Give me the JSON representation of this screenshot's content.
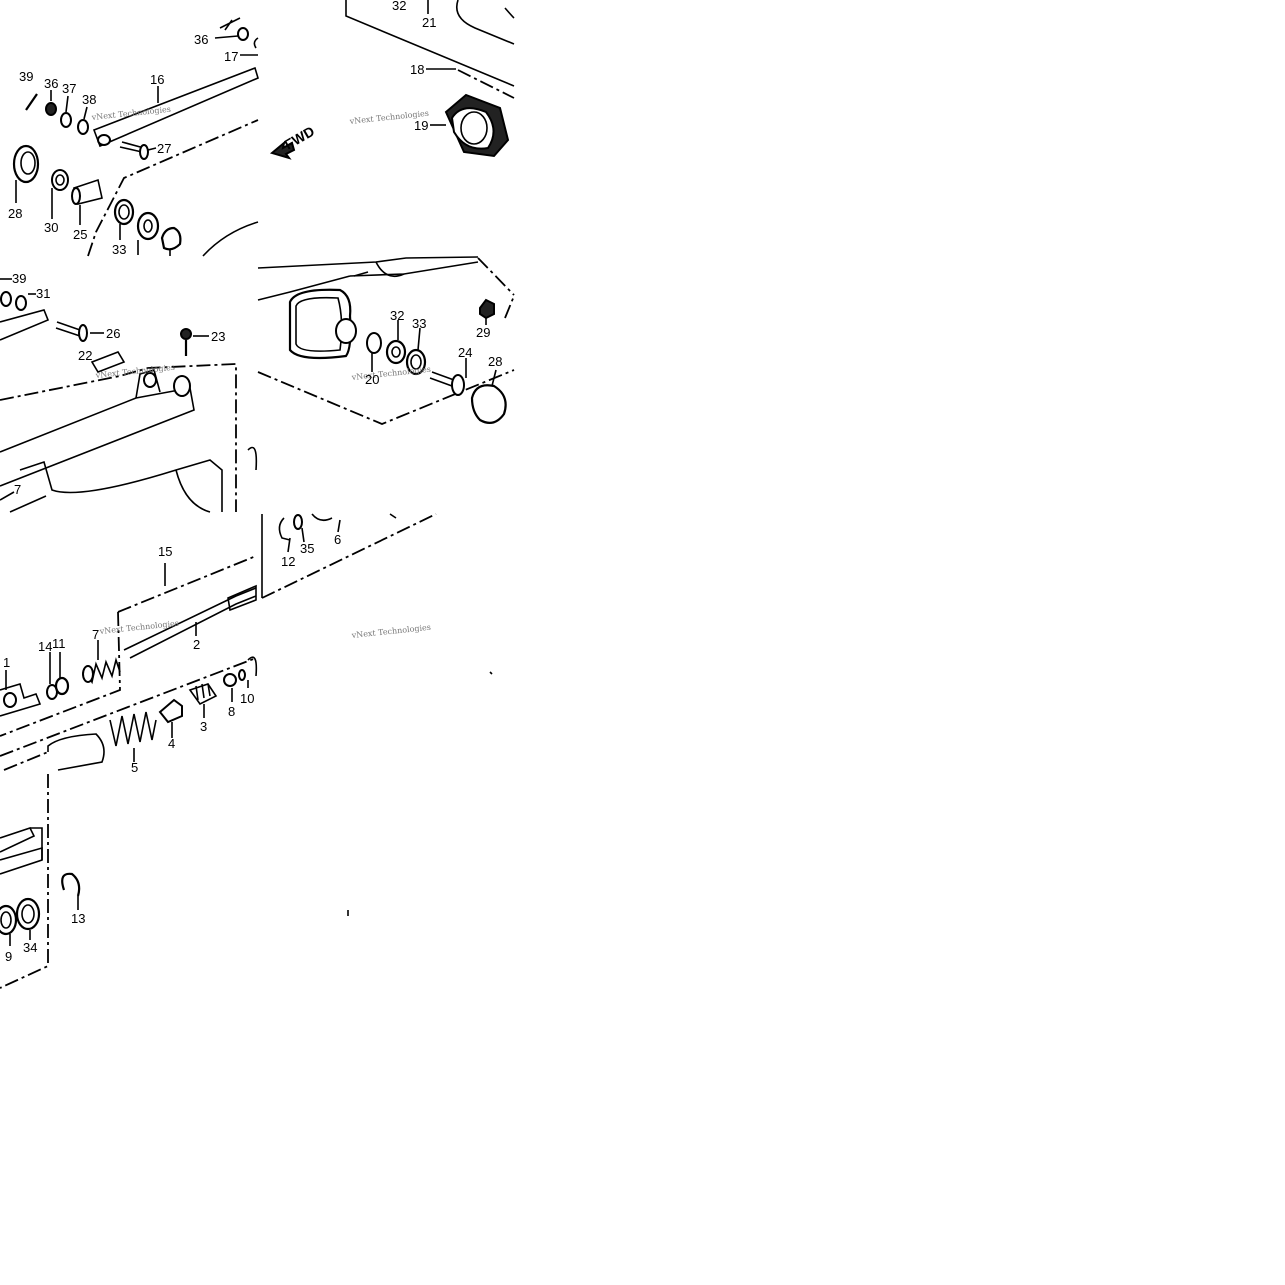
{
  "watermark": "vNext Technologies",
  "fwd_label": "FWD",
  "callouts": [
    {
      "id": "c32a",
      "text": "32"
    },
    {
      "id": "c21",
      "text": "21"
    },
    {
      "id": "c36a",
      "text": "36"
    },
    {
      "id": "c17",
      "text": "17"
    },
    {
      "id": "c39a",
      "text": "39"
    },
    {
      "id": "c36b",
      "text": "36"
    },
    {
      "id": "c37",
      "text": "37"
    },
    {
      "id": "c38",
      "text": "38"
    },
    {
      "id": "c16",
      "text": "16"
    },
    {
      "id": "c18",
      "text": "18"
    },
    {
      "id": "c19",
      "text": "19"
    },
    {
      "id": "c27",
      "text": "27"
    },
    {
      "id": "c28a",
      "text": "28"
    },
    {
      "id": "c30",
      "text": "30"
    },
    {
      "id": "c25",
      "text": "25"
    },
    {
      "id": "c33a",
      "text": "33"
    },
    {
      "id": "c39b",
      "text": "39"
    },
    {
      "id": "c31",
      "text": "31"
    },
    {
      "id": "c26",
      "text": "26"
    },
    {
      "id": "c23",
      "text": "23"
    },
    {
      "id": "c22",
      "text": "22"
    },
    {
      "id": "c32b",
      "text": "32"
    },
    {
      "id": "c33b",
      "text": "33"
    },
    {
      "id": "c29",
      "text": "29"
    },
    {
      "id": "c20",
      "text": "20"
    },
    {
      "id": "c24",
      "text": "24"
    },
    {
      "id": "c28b",
      "text": "28"
    },
    {
      "id": "c7a",
      "text": "7"
    },
    {
      "id": "c12",
      "text": "12"
    },
    {
      "id": "c35",
      "text": "35"
    },
    {
      "id": "c6",
      "text": "6"
    },
    {
      "id": "c15",
      "text": "15"
    },
    {
      "id": "c2",
      "text": "2"
    },
    {
      "id": "c1",
      "text": "1"
    },
    {
      "id": "c14",
      "text": "14"
    },
    {
      "id": "c11",
      "text": "11"
    },
    {
      "id": "c7b",
      "text": "7"
    },
    {
      "id": "c10",
      "text": "10"
    },
    {
      "id": "c8",
      "text": "8"
    },
    {
      "id": "c3",
      "text": "3"
    },
    {
      "id": "c4",
      "text": "4"
    },
    {
      "id": "c5",
      "text": "5"
    },
    {
      "id": "c13",
      "text": "13"
    },
    {
      "id": "c9",
      "text": "9"
    },
    {
      "id": "c34",
      "text": "34"
    }
  ]
}
